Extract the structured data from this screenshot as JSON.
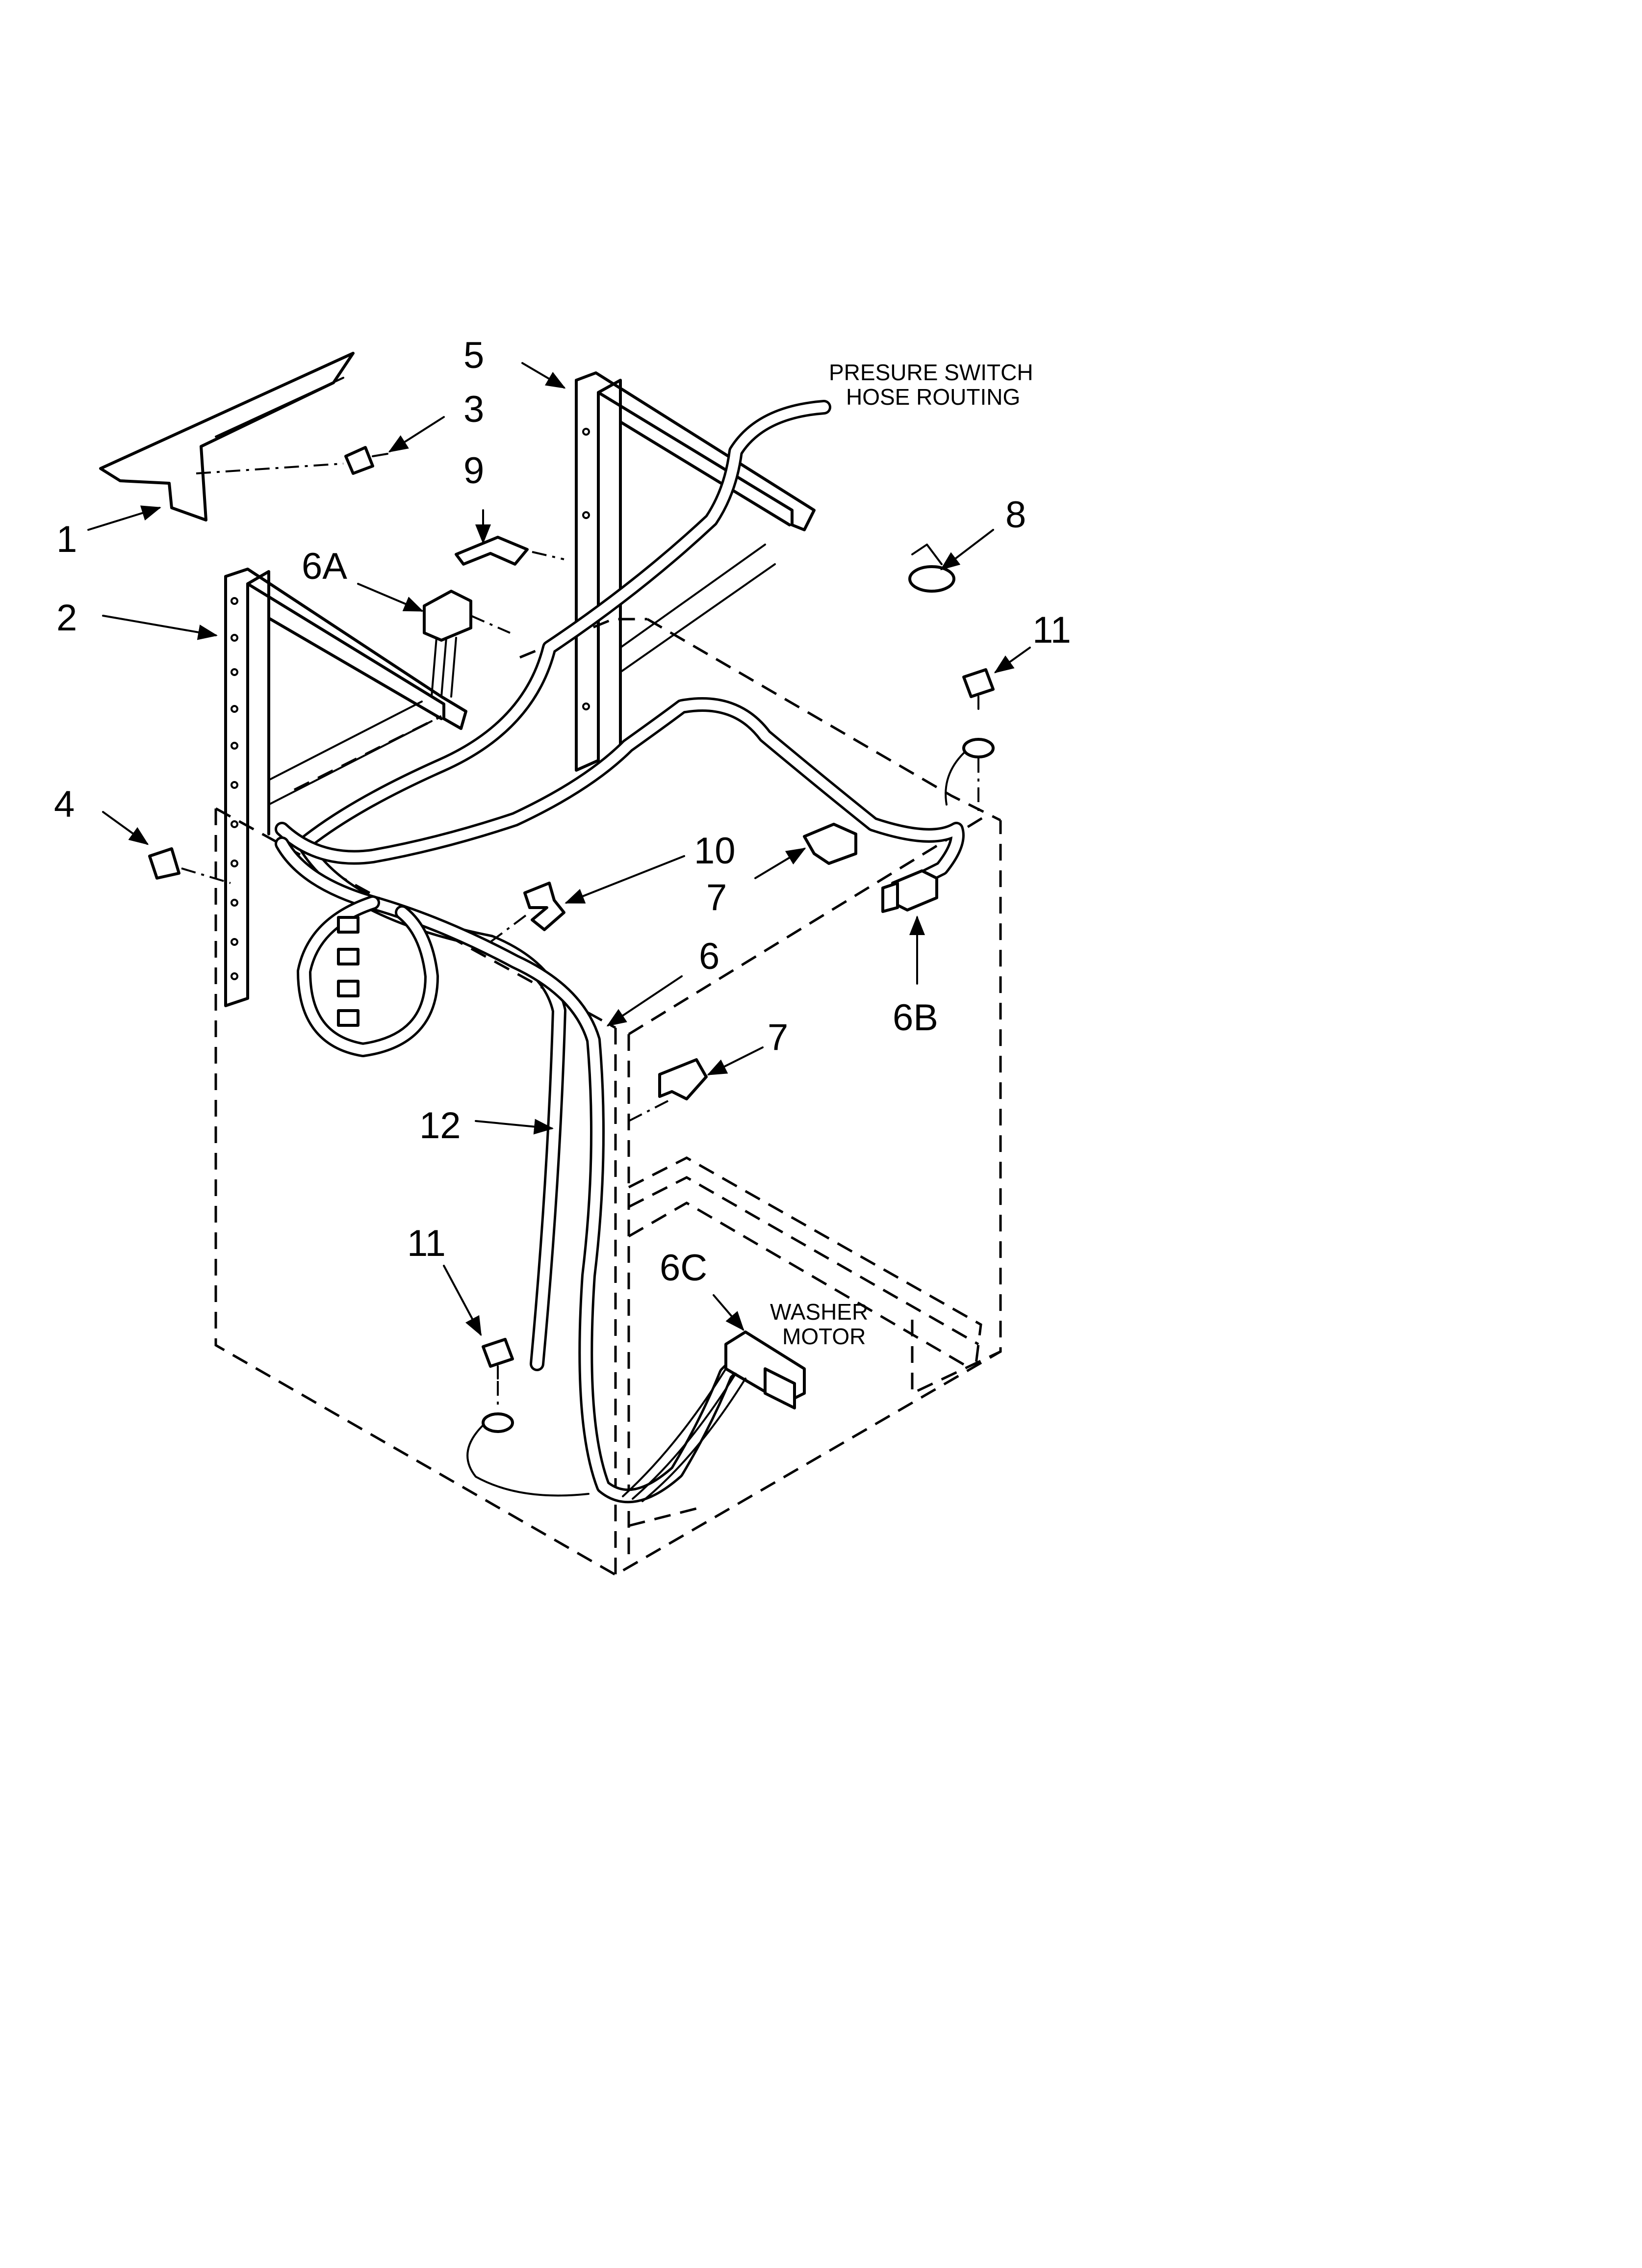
{
  "callouts": {
    "c1": "1",
    "c2": "2",
    "c3": "3",
    "c4": "4",
    "c5": "5",
    "c6": "6",
    "c6a": "6A",
    "c6b": "6B",
    "c6c": "6C",
    "c7a": "7",
    "c7b": "7",
    "c8": "8",
    "c9": "9",
    "c10": "10",
    "c11a": "11",
    "c11b": "11",
    "c12": "12"
  },
  "notes": {
    "pressure_line1": "PRESURE SWITCH",
    "pressure_line2": "HOSE ROUTING",
    "motor_line1": "WASHER",
    "motor_line2": "MOTOR"
  }
}
